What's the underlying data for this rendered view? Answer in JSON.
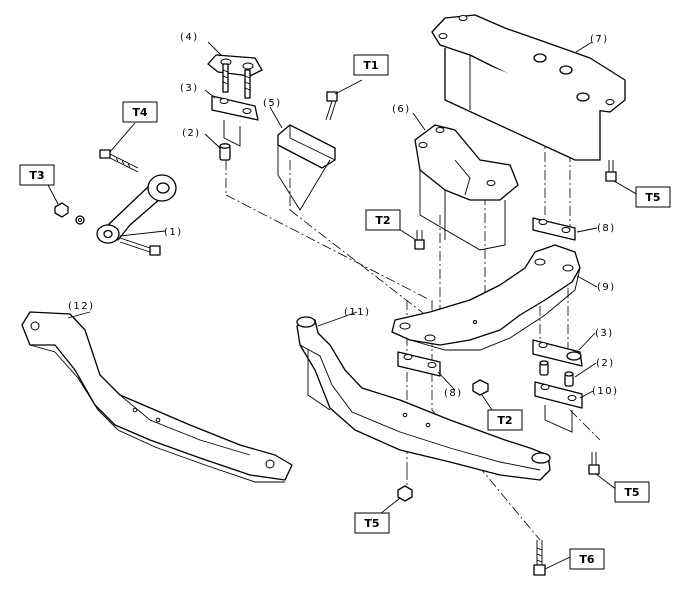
{
  "part_labels": {
    "p1": "(1)",
    "p2a": "(2)",
    "p2b": "(2)",
    "p3a": "(3)",
    "p3b": "(3)",
    "p4": "(4)",
    "p5": "(5)",
    "p6": "(6)",
    "p7": "(7)",
    "p8a": "(8)",
    "p8b": "(8)",
    "p9": "(9)",
    "p10": "(10)",
    "p11": "(11)",
    "p12": "(12)"
  },
  "torque_labels": {
    "t1": "T1",
    "t2a": "T2",
    "t2b": "T2",
    "t3": "T3",
    "t4": "T4",
    "t5a": "T5",
    "t5b": "T5",
    "t5c": "T5",
    "t6": "T6"
  }
}
